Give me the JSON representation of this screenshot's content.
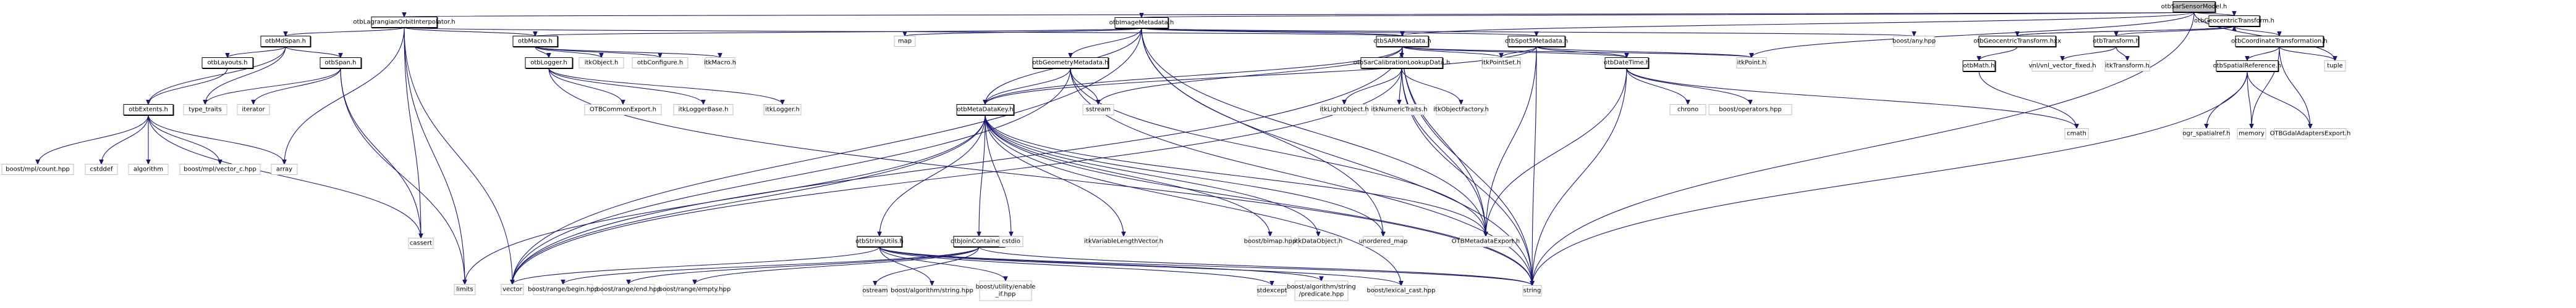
{
  "graph": {
    "title": "otbSarSensorModel.h include dependency graph",
    "edge_color": "#191970",
    "root_fill": "#bfbfbf",
    "local_border": "#000000",
    "external_border": "#bfbfbf",
    "nodes": [
      {
        "id": "root",
        "label": "otbSarSensorModel.h",
        "kind": "root"
      },
      {
        "id": "lagrange",
        "label": "otbLagrangianOrbitInterpolator.h",
        "kind": "local"
      },
      {
        "id": "imgmeta",
        "label": "otbImageMetadata.h",
        "kind": "local"
      },
      {
        "id": "geotr",
        "label": "otbGeocentricTransform.h",
        "kind": "local"
      },
      {
        "id": "mdspan",
        "label": "otbMdSpan.h",
        "kind": "local"
      },
      {
        "id": "macro",
        "label": "otbMacro.h",
        "kind": "local"
      },
      {
        "id": "map",
        "label": "map",
        "kind": "external"
      },
      {
        "id": "sarmeta",
        "label": "otbSARMetadata.h",
        "kind": "local"
      },
      {
        "id": "spot5",
        "label": "otbSpot5Metadata.h",
        "kind": "local"
      },
      {
        "id": "anyhpp",
        "label": "boost/any.hpp",
        "kind": "external"
      },
      {
        "id": "geotrhxx",
        "label": "otbGeocentricTransform.hxx",
        "kind": "local"
      },
      {
        "id": "transform",
        "label": "otbTransform.h",
        "kind": "local"
      },
      {
        "id": "coordtr",
        "label": "otbCoordinateTransformation.h",
        "kind": "local"
      },
      {
        "id": "layouts",
        "label": "otbLayouts.h",
        "kind": "local"
      },
      {
        "id": "span",
        "label": "otbSpan.h",
        "kind": "local"
      },
      {
        "id": "logger",
        "label": "otbLogger.h",
        "kind": "local"
      },
      {
        "id": "itkobject",
        "label": "itkObject.h",
        "kind": "external"
      },
      {
        "id": "configure",
        "label": "otbConfigure.h",
        "kind": "external"
      },
      {
        "id": "itkmacro",
        "label": "itkMacro.h",
        "kind": "external"
      },
      {
        "id": "geommeta",
        "label": "otbGeometryMetadata.h",
        "kind": "local"
      },
      {
        "id": "sarcalib",
        "label": "otbSarCalibrationLookupData.h",
        "kind": "local"
      },
      {
        "id": "itkpointset",
        "label": "itkPointSet.h",
        "kind": "external"
      },
      {
        "id": "datetime",
        "label": "otbDateTime.h",
        "kind": "local"
      },
      {
        "id": "itkpoint",
        "label": "itkPoint.h",
        "kind": "external"
      },
      {
        "id": "otbmath",
        "label": "otbMath.h",
        "kind": "local"
      },
      {
        "id": "vnlfixed",
        "label": "vnl/vnl_vector_fixed.h",
        "kind": "external"
      },
      {
        "id": "itktransform",
        "label": "itkTransform.h",
        "kind": "external"
      },
      {
        "id": "spatialref",
        "label": "otbSpatialReference.h",
        "kind": "local"
      },
      {
        "id": "tuple",
        "label": "tuple",
        "kind": "external"
      },
      {
        "id": "extents",
        "label": "otbExtents.h",
        "kind": "local"
      },
      {
        "id": "typetraits",
        "label": "type_traits",
        "kind": "external"
      },
      {
        "id": "iterator",
        "label": "iterator",
        "kind": "external"
      },
      {
        "id": "commonexport",
        "label": "OTBCommonExport.h",
        "kind": "external"
      },
      {
        "id": "loggerbase",
        "label": "itkLoggerBase.h",
        "kind": "external"
      },
      {
        "id": "itklogger",
        "label": "itkLogger.h",
        "kind": "external"
      },
      {
        "id": "metakey",
        "label": "otbMetaDataKey.h",
        "kind": "local"
      },
      {
        "id": "sstream",
        "label": "sstream",
        "kind": "external"
      },
      {
        "id": "lightobj",
        "label": "itkLightObject.h",
        "kind": "external"
      },
      {
        "id": "numtraits",
        "label": "itkNumericTraits.h",
        "kind": "external"
      },
      {
        "id": "objfactory",
        "label": "itkObjectFactory.h",
        "kind": "external"
      },
      {
        "id": "chrono",
        "label": "chrono",
        "kind": "external"
      },
      {
        "id": "operators",
        "label": "boost/operators.hpp",
        "kind": "external"
      },
      {
        "id": "cmath",
        "label": "cmath",
        "kind": "external"
      },
      {
        "id": "ogrsr",
        "label": "ogr_spatialref.h",
        "kind": "external"
      },
      {
        "id": "memory",
        "label": "memory",
        "kind": "external"
      },
      {
        "id": "gdalexport",
        "label": "OTBGdalAdaptersExport.h",
        "kind": "external"
      },
      {
        "id": "mplcount",
        "label": "boost/mpl/count.hpp",
        "kind": "external"
      },
      {
        "id": "cstddef",
        "label": "cstddef",
        "kind": "external"
      },
      {
        "id": "algorithm",
        "label": "algorithm",
        "kind": "external"
      },
      {
        "id": "mplvec",
        "label": "boost/mpl/vector_c.hpp",
        "kind": "external"
      },
      {
        "id": "array",
        "label": "array",
        "kind": "external"
      },
      {
        "id": "cassert",
        "label": "cassert",
        "kind": "external"
      },
      {
        "id": "joincont",
        "label": "otbJoinContainer.h",
        "kind": "local"
      },
      {
        "id": "strutils",
        "label": "otbStringUtils.h",
        "kind": "local"
      },
      {
        "id": "varlen",
        "label": "itkVariableLengthVector.h",
        "kind": "external"
      },
      {
        "id": "cstdio",
        "label": "cstdio",
        "kind": "external"
      },
      {
        "id": "bimap",
        "label": "boost/bimap.hpp",
        "kind": "external"
      },
      {
        "id": "dataobj",
        "label": "itkDataObject.h",
        "kind": "external"
      },
      {
        "id": "umap",
        "label": "unordered_map",
        "kind": "external"
      },
      {
        "id": "metaexport",
        "label": "OTBMetadataExport.h",
        "kind": "external"
      },
      {
        "id": "limits",
        "label": "limits",
        "kind": "external"
      },
      {
        "id": "vector",
        "label": "vector",
        "kind": "external"
      },
      {
        "id": "rbegin",
        "label": "boost/range/begin.hpp",
        "kind": "external"
      },
      {
        "id": "rend",
        "label": "boost/range/end.hpp",
        "kind": "external"
      },
      {
        "id": "rempty",
        "label": "boost/range/empty.hpp",
        "kind": "external"
      },
      {
        "id": "ostream",
        "label": "ostream",
        "kind": "external"
      },
      {
        "id": "algstring",
        "label": "boost/algorithm/string.hpp",
        "kind": "external"
      },
      {
        "id": "enableif",
        "label": "boost/utility/enable\n_if.hpp",
        "kind": "external"
      },
      {
        "id": "stdexcept",
        "label": "stdexcept",
        "kind": "external"
      },
      {
        "id": "predicate",
        "label": "boost/algorithm/string\n/predicate.hpp",
        "kind": "external"
      },
      {
        "id": "lexcast",
        "label": "boost/lexical_cast.hpp",
        "kind": "external"
      },
      {
        "id": "string",
        "label": "string",
        "kind": "external"
      }
    ],
    "edges": [
      [
        "root",
        "lagrange"
      ],
      [
        "root",
        "imgmeta"
      ],
      [
        "root",
        "geotr"
      ],
      [
        "root",
        "sarmeta"
      ],
      [
        "root",
        "itkpoint"
      ],
      [
        "root",
        "tuple"
      ],
      [
        "root",
        "string"
      ],
      [
        "lagrange",
        "mdspan"
      ],
      [
        "lagrange",
        "macro"
      ],
      [
        "lagrange",
        "sarmeta"
      ],
      [
        "lagrange",
        "array"
      ],
      [
        "lagrange",
        "cassert"
      ],
      [
        "lagrange",
        "limits"
      ],
      [
        "lagrange",
        "vector"
      ],
      [
        "imgmeta",
        "map"
      ],
      [
        "imgmeta",
        "sarmeta"
      ],
      [
        "imgmeta",
        "spot5"
      ],
      [
        "imgmeta",
        "anyhpp"
      ],
      [
        "imgmeta",
        "geommeta"
      ],
      [
        "imgmeta",
        "metakey"
      ],
      [
        "imgmeta",
        "vector"
      ],
      [
        "imgmeta",
        "metaexport"
      ],
      [
        "imgmeta",
        "string"
      ],
      [
        "imgmeta",
        "umap"
      ],
      [
        "imgmeta",
        "macro"
      ],
      [
        "geotr",
        "geotrhxx"
      ],
      [
        "geotrhxx",
        "geotr"
      ],
      [
        "geotr",
        "transform"
      ],
      [
        "geotr",
        "coordtr"
      ],
      [
        "geotrhxx",
        "otbmath"
      ],
      [
        "transform",
        "vnlfixed"
      ],
      [
        "transform",
        "itktransform"
      ],
      [
        "coordtr",
        "spatialref"
      ],
      [
        "coordtr",
        "memory"
      ],
      [
        "coordtr",
        "gdalexport"
      ],
      [
        "coordtr",
        "tuple"
      ],
      [
        "spatialref",
        "ogrsr"
      ],
      [
        "spatialref",
        "memory"
      ],
      [
        "spatialref",
        "gdalexport"
      ],
      [
        "spatialref",
        "string"
      ],
      [
        "otbmath",
        "cmath"
      ],
      [
        "mdspan",
        "layouts"
      ],
      [
        "mdspan",
        "span"
      ],
      [
        "mdspan",
        "extents"
      ],
      [
        "mdspan",
        "typetraits"
      ],
      [
        "layouts",
        "extents"
      ],
      [
        "span",
        "typetraits"
      ],
      [
        "span",
        "iterator"
      ],
      [
        "span",
        "cassert"
      ],
      [
        "span",
        "limits"
      ],
      [
        "extents",
        "mplcount"
      ],
      [
        "extents",
        "cstddef"
      ],
      [
        "extents",
        "algorithm"
      ],
      [
        "extents",
        "mplvec"
      ],
      [
        "extents",
        "array"
      ],
      [
        "extents",
        "cassert"
      ],
      [
        "macro",
        "logger"
      ],
      [
        "macro",
        "itkobject"
      ],
      [
        "macro",
        "configure"
      ],
      [
        "macro",
        "itkmacro"
      ],
      [
        "logger",
        "commonexport"
      ],
      [
        "logger",
        "loggerbase"
      ],
      [
        "logger",
        "itklogger"
      ],
      [
        "logger",
        "string"
      ],
      [
        "sarmeta",
        "sarcalib"
      ],
      [
        "sarmeta",
        "itkpointset"
      ],
      [
        "sarmeta",
        "datetime"
      ],
      [
        "sarmeta",
        "itkpoint"
      ],
      [
        "sarmeta",
        "metakey"
      ],
      [
        "sarmeta",
        "sstream"
      ],
      [
        "sarmeta",
        "vector"
      ],
      [
        "sarmeta",
        "metaexport"
      ],
      [
        "sarmeta",
        "string"
      ],
      [
        "spot5",
        "itkpointset"
      ],
      [
        "spot5",
        "datetime"
      ],
      [
        "spot5",
        "metaexport"
      ],
      [
        "spot5",
        "metakey"
      ],
      [
        "spot5",
        "string"
      ],
      [
        "spot5",
        "itkpoint"
      ],
      [
        "geommeta",
        "metakey"
      ],
      [
        "geommeta",
        "sstream"
      ],
      [
        "geommeta",
        "string"
      ],
      [
        "geommeta",
        "metaexport"
      ],
      [
        "geommeta",
        "vector"
      ],
      [
        "sarcalib",
        "lightobj"
      ],
      [
        "sarcalib",
        "numtraits"
      ],
      [
        "sarcalib",
        "objfactory"
      ],
      [
        "sarcalib",
        "metaexport"
      ],
      [
        "sarcalib",
        "vector"
      ],
      [
        "sarcalib",
        "string"
      ],
      [
        "datetime",
        "chrono"
      ],
      [
        "datetime",
        "operators"
      ],
      [
        "datetime",
        "metaexport"
      ],
      [
        "datetime",
        "cmath"
      ],
      [
        "datetime",
        "string"
      ],
      [
        "metakey",
        "joincont"
      ],
      [
        "metakey",
        "strutils"
      ],
      [
        "metakey",
        "varlen"
      ],
      [
        "metakey",
        "cstdio"
      ],
      [
        "metakey",
        "bimap"
      ],
      [
        "metakey",
        "dataobj"
      ],
      [
        "metakey",
        "umap"
      ],
      [
        "metakey",
        "metaexport"
      ],
      [
        "metakey",
        "vector"
      ],
      [
        "metakey",
        "string"
      ],
      [
        "metakey",
        "limits"
      ],
      [
        "metakey",
        "lexcast"
      ],
      [
        "joincont",
        "rbegin"
      ],
      [
        "joincont",
        "rend"
      ],
      [
        "joincont",
        "rempty"
      ],
      [
        "joincont",
        "ostream"
      ],
      [
        "joincont",
        "string"
      ],
      [
        "strutils",
        "algstring"
      ],
      [
        "strutils",
        "enableif"
      ],
      [
        "strutils",
        "stdexcept"
      ],
      [
        "strutils",
        "predicate"
      ],
      [
        "strutils",
        "lexcast"
      ],
      [
        "strutils",
        "vector"
      ],
      [
        "strutils",
        "string"
      ]
    ]
  }
}
